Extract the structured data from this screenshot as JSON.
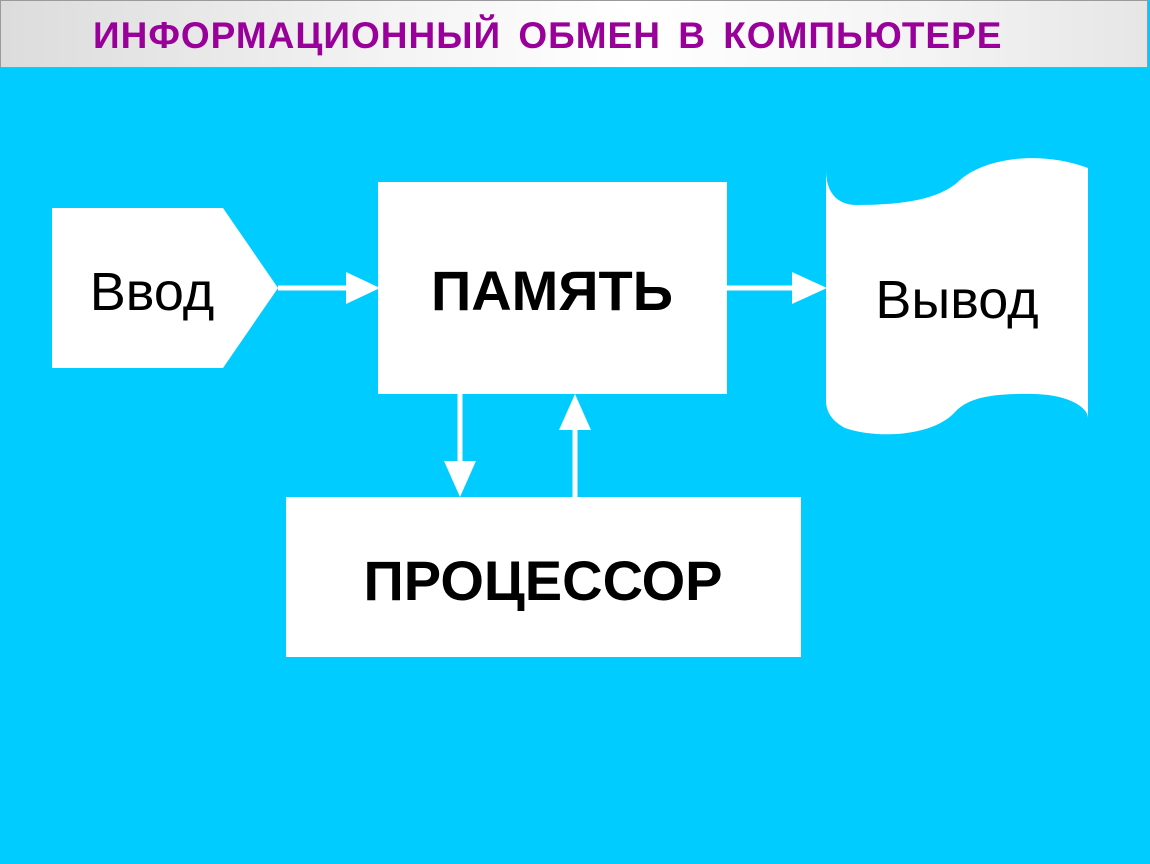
{
  "title": "ИНФОРМАЦИОННЫЙ  ОБМЕН  В  КОМПЬЮТЕРЕ",
  "nodes": {
    "input": "Ввод",
    "memory": "ПАМЯТЬ",
    "output": "Вывод",
    "processor": "ПРОЦЕССОР"
  },
  "colors": {
    "background": "#00ccff",
    "title": "#990099",
    "box_fill": "#ffffff",
    "arrow": "#ffffff",
    "text": "#000000"
  }
}
